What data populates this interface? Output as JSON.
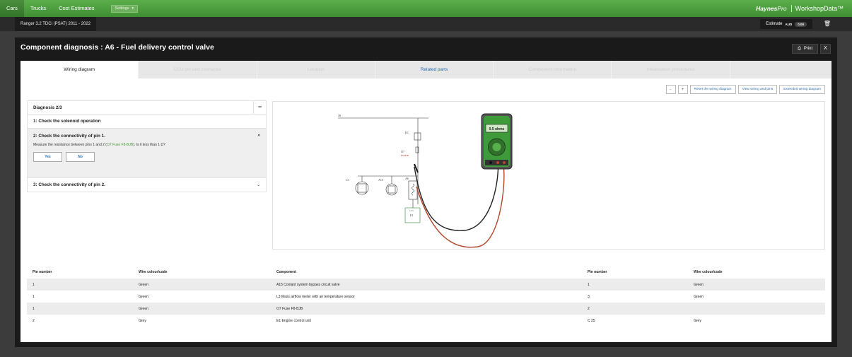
{
  "nav": {
    "tabs": [
      "Cars",
      "Trucks",
      "Cost Estimates"
    ],
    "settings_label": "Settings",
    "brand_haynes": "Haynes",
    "brand_pro": "Pro",
    "brand_workshop": "WorkshopData™"
  },
  "vehicle": {
    "name": "Ranger 3.2 TDCi (PSAT) 2011 - 2022",
    "estimate_label": "Estimate",
    "currency": "AUD",
    "estimate_value": "0.00"
  },
  "dialog": {
    "title": "Component diagnosis : A6 - Fuel delivery control valve",
    "print_label": "Print",
    "close_label": "X"
  },
  "tabs": [
    "Wiring diagram",
    "ECU pin and connector",
    "Location",
    "Related parts",
    "Component information",
    "Initialisation procedures"
  ],
  "controls": {
    "zoom_out": "-",
    "zoom_in": "+",
    "reset": "Reset the wiring diagram",
    "view_pins": "View wiring and pins",
    "extended": "Extended wiring diagram"
  },
  "diagnosis": {
    "header": "Diagnosis 2/3",
    "step1": "1: Check the solenoid operation",
    "step2": "2: Check the connectivity of pin 1.",
    "question_pre": "Measure the resistance between pins 1 and 2 (",
    "question_link": "O7 Fuse F8-BJB",
    "question_post": "). Is it less than 1 Ω?",
    "yes": "Yes",
    "no": "No",
    "step3": "3: Check the connectivity of pin 2."
  },
  "diagram": {
    "meter_reading": "0.5 ohms",
    "labels": {
      "n30": "30",
      "k1": "K1",
      "o7": "O7",
      "o7_sub": "F8-BJB",
      "l3": "L3",
      "a15": "A15",
      "a6": "A6",
      "c25": "C25",
      "e1": "E1"
    }
  },
  "table": {
    "headers": [
      "Pin number",
      "Wire colour/code",
      "Component",
      "Pin number",
      "Wire colour/code"
    ],
    "rows": [
      [
        "1",
        "Green",
        "A15 Coolant system bypass circuit valve",
        "1",
        "Green"
      ],
      [
        "1",
        "Green",
        "L3 Mass airflow meter with air temperature sensor",
        "3",
        "Green"
      ],
      [
        "1",
        "Green",
        "O7 Fuse F8-BJB",
        "2",
        ""
      ],
      [
        "2",
        "Grey",
        "E1 Engine control unit",
        "C 25",
        "Grey"
      ]
    ]
  }
}
